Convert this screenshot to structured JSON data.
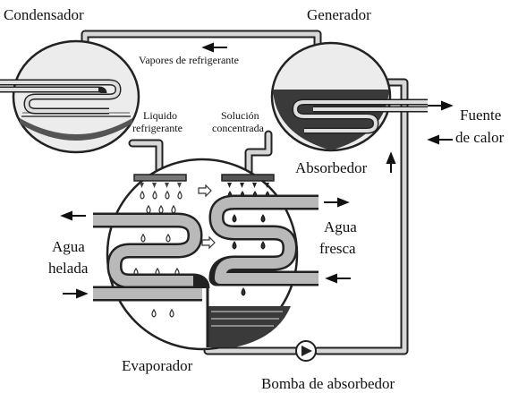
{
  "labels": {
    "condensador": "Condensador",
    "generador": "Generador",
    "vapores": "Vapores de refrigerante",
    "liquido_1": "Liquido",
    "liquido_2": "refrigerante",
    "solucion_1": "Solución",
    "solucion_2": "concentrada",
    "absorbedor": "Absorbedor",
    "fuente_1": "Fuente",
    "fuente_2": "de calor",
    "agua_helada_1": "Agua",
    "agua_helada_2": "helada",
    "agua_fresca_1": "Agua",
    "agua_fresca_2": "fresca",
    "evaporador": "Evaporador",
    "bomba": "Bomba de absorbedor"
  },
  "components": [
    "condenser",
    "generator",
    "evaporator",
    "absorber",
    "absorber-pump"
  ],
  "colors": {
    "outline": "#222222",
    "vessel_fill": "#ececec",
    "liquid": "#555555",
    "pipe_inner": "#d7d7d7"
  }
}
